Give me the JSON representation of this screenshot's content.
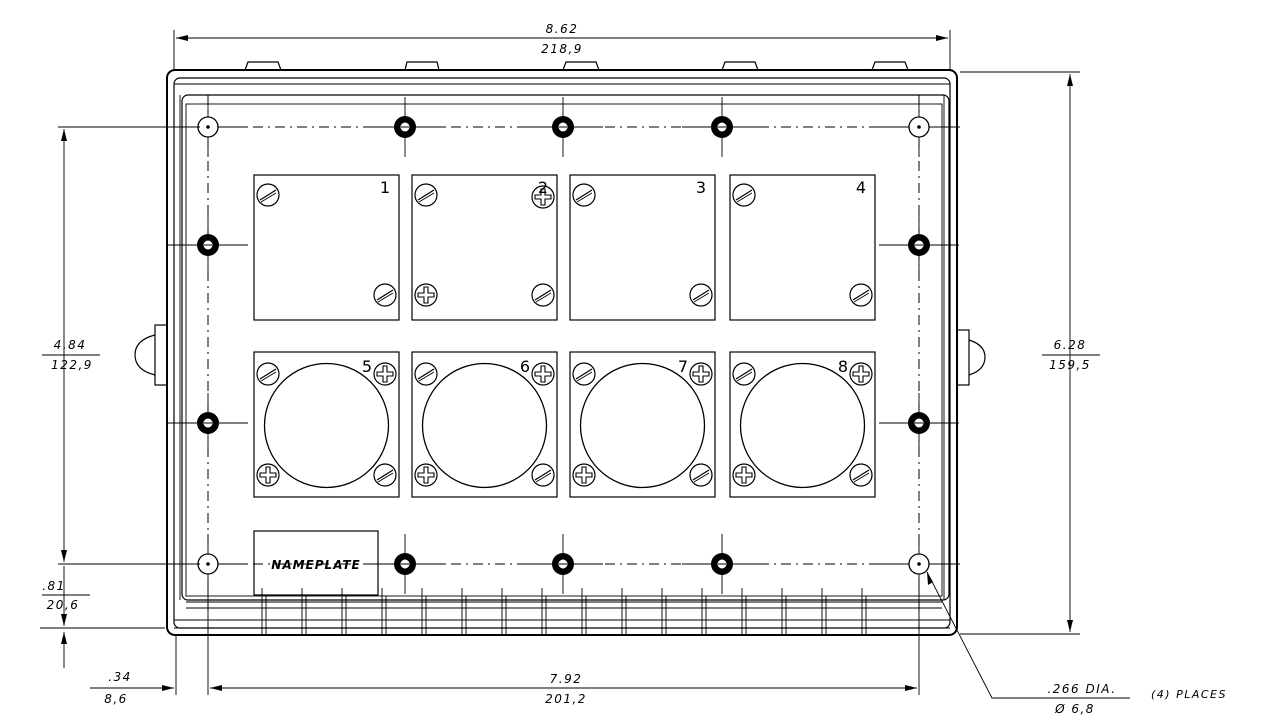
{
  "dimensions": {
    "overall_width": {
      "inch": "8.62",
      "mm": "218,9"
    },
    "overall_height": {
      "inch": "6.28",
      "mm": "159,5"
    },
    "hole_vertical_spacing": {
      "inch": "4.84",
      "mm": "122,9"
    },
    "bottom_hole_offset": {
      "inch": ".81",
      "mm": "20,6"
    },
    "left_hole_offset": {
      "inch": ".34",
      "mm": "8,6"
    },
    "hole_horizontal_spacing": {
      "inch": "7.92",
      "mm": "201,2"
    },
    "hole_diameter": {
      "inch": ".266 DIA.",
      "mm": "Ø 6,8",
      "note": "(4) PLACES"
    }
  },
  "panels": {
    "square": [
      "1",
      "2",
      "3",
      "4"
    ],
    "round": [
      "5",
      "6",
      "7",
      "8"
    ]
  },
  "nameplate": "NAMEPLATE"
}
